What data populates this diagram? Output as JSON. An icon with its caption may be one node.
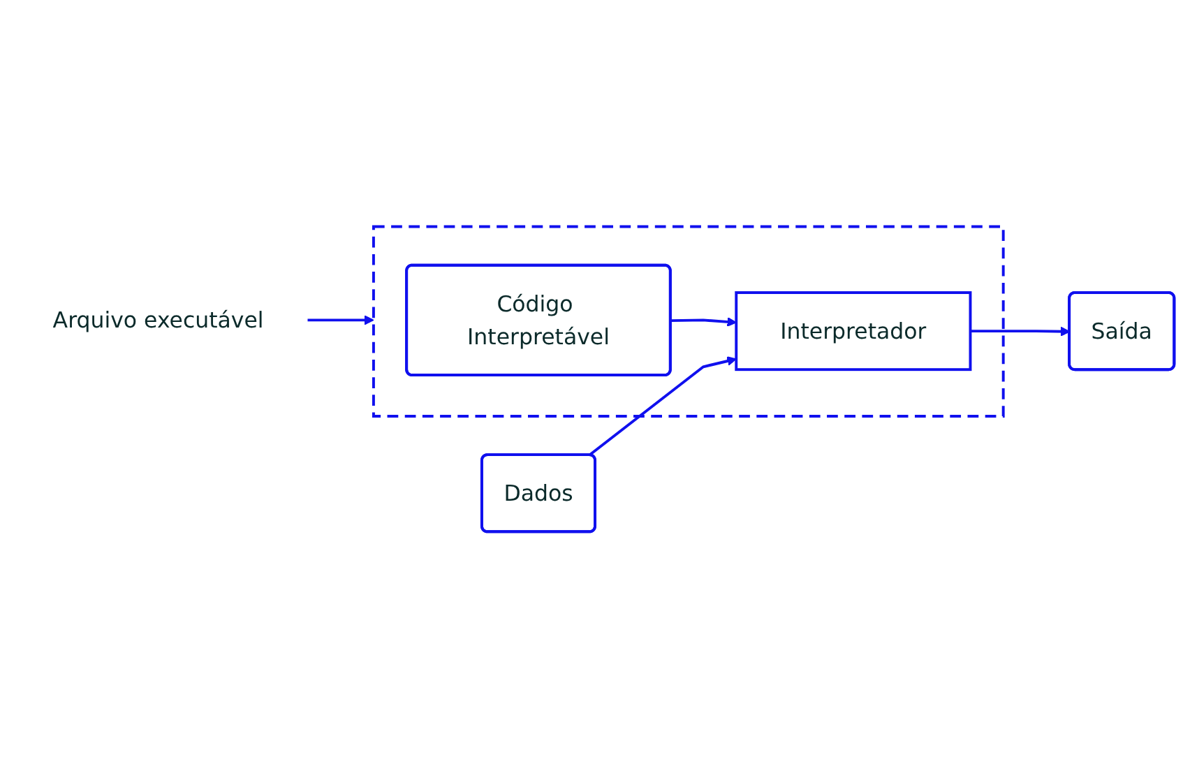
{
  "diagram": {
    "nodes": [
      {
        "text": [
          "Arquivo executável"
        ]
      },
      {
        "text": [],
        "shape": "box"
      },
      {
        "text": [
          "Código Interpretável"
        ],
        "in": 1
      },
      {
        "text": [
          "Dados"
        ]
      },
      {
        "text": [
          "Interpretador"
        ],
        "in": 1
      },
      {
        "text": [
          "Saída"
        ]
      }
    ],
    "edges": [
      {
        "from": 0,
        "to": 1,
        "arrow": "to"
      },
      {
        "from": 2,
        "to": 4,
        "arrow": "to"
      },
      {
        "from": 3,
        "to": 4,
        "arrow": "to"
      },
      {
        "from": 4,
        "to": 5,
        "arrow": "to"
      }
    ]
  }
}
